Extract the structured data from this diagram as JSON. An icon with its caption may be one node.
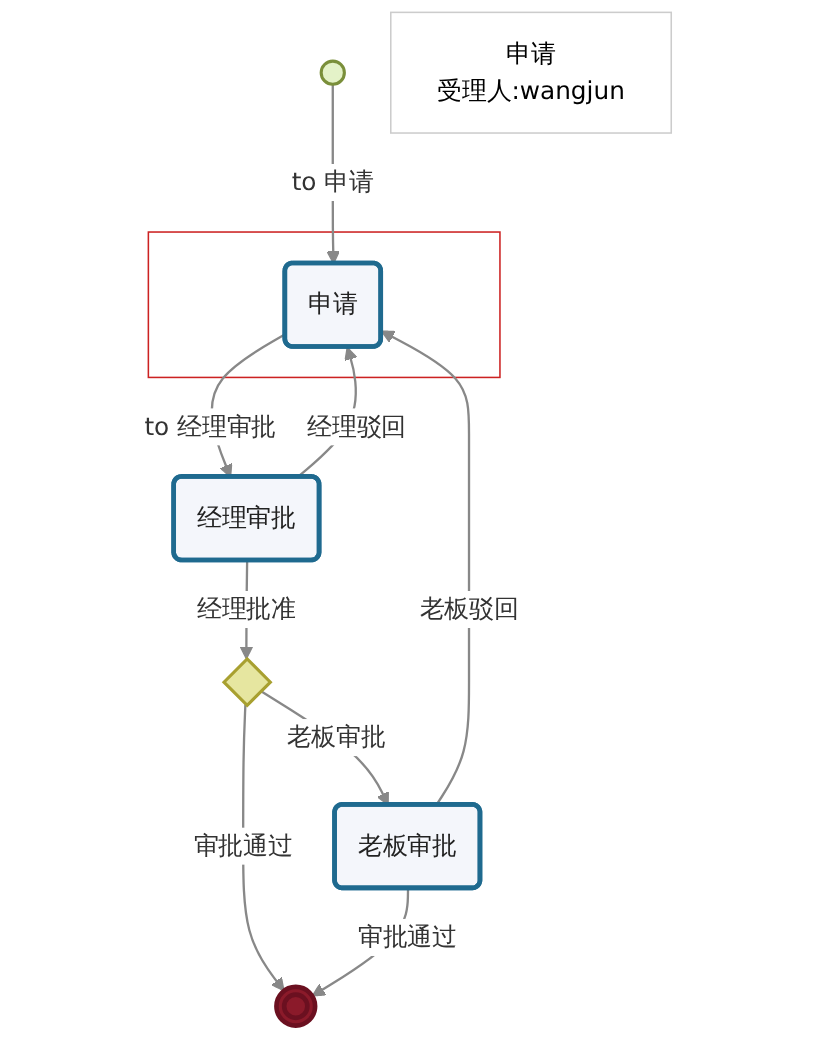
{
  "diagram": {
    "nodes": [
      {
        "text": [],
        "shape": "circle"
      },
      {
        "text": [],
        "shape": "box"
      },
      {
        "text": [
          "申请"
        ],
        "in": 1
      },
      {
        "text": [
          "经理审批"
        ]
      },
      {
        "text": [],
        "shape": "diamond"
      },
      {
        "text": [
          "老板审批"
        ]
      },
      {
        "text": [],
        "shape": "circle"
      },
      {
        "text": [
          "申请",
          "受理人:wangjun"
        ]
      }
    ],
    "edges": [
      {
        "from": 0,
        "to": 2,
        "label": "to 申请",
        "arrow": "to"
      },
      {
        "from": 2,
        "to": 3,
        "label": "to 经理审批",
        "arrow": "to"
      },
      {
        "from": 3,
        "to": 2,
        "label": "经理驳回",
        "arrow": "to"
      },
      {
        "from": 3,
        "to": 4,
        "label": "经理批准",
        "arrow": "to"
      },
      {
        "from": 4,
        "to": 5,
        "label": "老板审批",
        "arrow": "to"
      },
      {
        "from": 4,
        "to": 6,
        "label": "审批通过",
        "arrow": "to"
      },
      {
        "from": 5,
        "to": 6,
        "label": "审批通过",
        "arrow": "to"
      },
      {
        "from": 5,
        "to": 2,
        "label": "老板驳回",
        "arrow": "to"
      }
    ]
  }
}
